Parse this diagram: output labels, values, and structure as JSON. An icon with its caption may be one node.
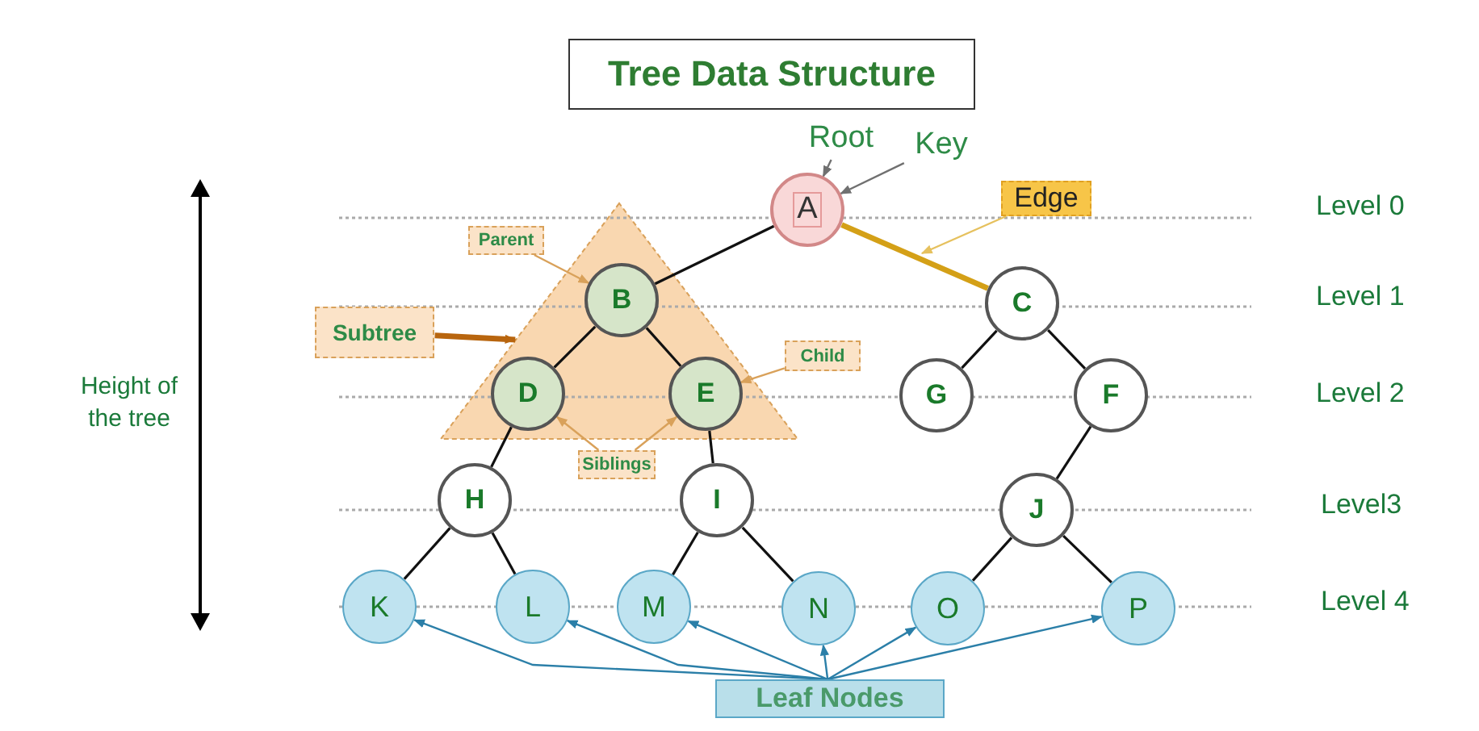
{
  "diagram": {
    "title": "Tree Data Structure",
    "nodes": [
      {
        "text": [
          "Root"
        ]
      },
      {
        "text": [
          "Key"
        ]
      },
      {
        "text": [
          "A"
        ]
      },
      {
        "text": [
          "Edge"
        ]
      },
      {
        "text": [
          "Parent"
        ]
      },
      {
        "text": [
          "Subtree"
        ]
      },
      {
        "text": [],
        "shape": "triangle"
      },
      {
        "text": [
          "B"
        ],
        "in": 6
      },
      {
        "text": [
          "C"
        ]
      },
      {
        "text": [
          "Child"
        ]
      },
      {
        "text": [
          "D"
        ],
        "in": 6
      },
      {
        "text": [
          "E"
        ],
        "in": 6
      },
      {
        "text": [
          "G"
        ]
      },
      {
        "text": [
          "F"
        ]
      },
      {
        "text": [
          "Siblings"
        ]
      },
      {
        "text": [
          "H"
        ]
      },
      {
        "text": [
          "I"
        ]
      },
      {
        "text": [
          "J"
        ]
      },
      {
        "text": [
          "K"
        ]
      },
      {
        "text": [
          "L"
        ]
      },
      {
        "text": [
          "M"
        ]
      },
      {
        "text": [
          "N"
        ]
      },
      {
        "text": [
          "O"
        ]
      },
      {
        "text": [
          "P"
        ]
      },
      {
        "text": [
          "Leaf Nodes"
        ]
      }
    ],
    "edges": [
      {
        "from": 0,
        "to": 2,
        "arrow": "to",
        "color": "#707070"
      },
      {
        "from": 1,
        "to": 2,
        "arrow": "to",
        "color": "#707070"
      },
      {
        "from": 3,
        "to": null,
        "arrow": "to",
        "color": "#e6c15e"
      },
      {
        "from": 4,
        "to": 7,
        "arrow": "to",
        "color": "#d9a15a"
      },
      {
        "from": 5,
        "to": 6,
        "arrow": "to",
        "style": "thick",
        "color": "#b8650e"
      },
      {
        "from": 9,
        "to": 11,
        "arrow": "to",
        "color": "#d9a15a"
      },
      {
        "from": 14,
        "to": 10,
        "arrow": "to",
        "color": "#d9a15a"
      },
      {
        "from": 14,
        "to": 11,
        "arrow": "to",
        "color": "#d9a15a"
      },
      {
        "from": 2,
        "to": 7,
        "arrow": "none"
      },
      {
        "from": 2,
        "to": 8,
        "arrow": "none",
        "style": "thick",
        "color": "#d4a017"
      },
      {
        "from": 7,
        "to": 10,
        "arrow": "none"
      },
      {
        "from": 7,
        "to": 11,
        "arrow": "none"
      },
      {
        "from": 8,
        "to": 12,
        "arrow": "none"
      },
      {
        "from": 8,
        "to": 13,
        "arrow": "none"
      },
      {
        "from": 10,
        "to": 15,
        "arrow": "none"
      },
      {
        "from": 11,
        "to": 16,
        "arrow": "none"
      },
      {
        "from": 13,
        "to": 17,
        "arrow": "none"
      },
      {
        "from": 15,
        "to": 18,
        "arrow": "none"
      },
      {
        "from": 15,
        "to": 19,
        "arrow": "none"
      },
      {
        "from": 16,
        "to": 20,
        "arrow": "none"
      },
      {
        "from": 16,
        "to": 21,
        "arrow": "none"
      },
      {
        "from": 17,
        "to": 22,
        "arrow": "none"
      },
      {
        "from": 17,
        "to": 23,
        "arrow": "none"
      },
      {
        "from": 24,
        "to": 18,
        "arrow": "to",
        "color": "#2b7fa8"
      },
      {
        "from": 24,
        "to": 19,
        "arrow": "to",
        "color": "#2b7fa8"
      },
      {
        "from": 24,
        "to": 20,
        "arrow": "to",
        "color": "#2b7fa8"
      },
      {
        "from": 24,
        "to": 21,
        "arrow": "to",
        "color": "#2b7fa8"
      },
      {
        "from": 24,
        "to": 22,
        "arrow": "to",
        "color": "#2b7fa8"
      },
      {
        "from": 24,
        "to": 23,
        "arrow": "to",
        "color": "#2b7fa8"
      }
    ],
    "labels": [
      "Level 0",
      "Level 1",
      "Height of the tree",
      "Level 2",
      "Level3",
      "Level 4"
    ]
  }
}
